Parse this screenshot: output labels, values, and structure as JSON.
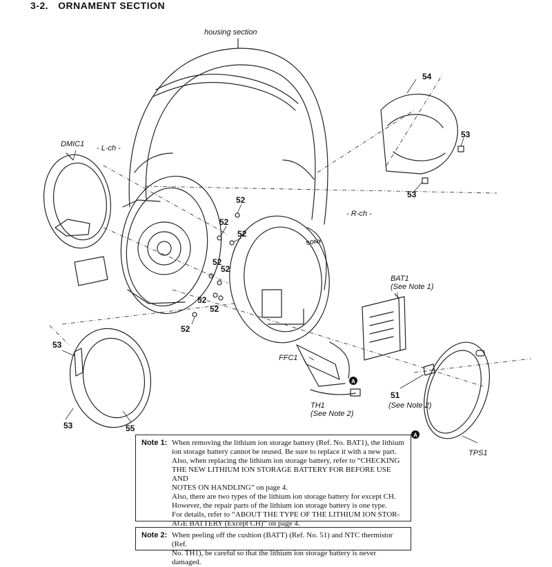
{
  "header": {
    "section_number": "3-2.",
    "section_title": "ORNAMENT SECTION"
  },
  "labels": {
    "housing_section": "housing section",
    "l_ch": "- L-ch -",
    "r_ch": "- R-ch -",
    "dmic1": "DMIC1",
    "bat1": "BAT1",
    "bat1_note": "(See Note 1)",
    "ffc1": "FFC1",
    "th1": "TH1",
    "th1_note": "(See Note 2)",
    "item51_note": "(See Note 2)",
    "tps1": "TPS1",
    "marker_a": "A",
    "brand": "SONY"
  },
  "callouts": {
    "c54": "54",
    "c53a": "53",
    "c53b": "53",
    "c53c": "53",
    "c53d": "53",
    "c52a": "52",
    "c52b": "52",
    "c52c": "52",
    "c52d": "52",
    "c52e": "52",
    "c52f": "52",
    "c52g": "52",
    "c52h": "52",
    "c51": "51",
    "c55": "55"
  },
  "notes": {
    "note1_label": "Note 1:",
    "note1_lines": [
      "When removing the lithium ion storage battery (Ref. No. BAT1), the lithium",
      "ion storage battery cannot be reused. Be sure to replace it with a new part.",
      "Also, when replacing the lithium ion storage battery, refer to “CHECKING",
      "THE NEW LITHIUM ION STORAGE BATTERY FOR BEFORE USE AND",
      "NOTES ON HANDLING” on page 4.",
      "Also, there are two types of the lithium ion storage battery for except CH.",
      "However, the repair parts of the lithium ion storage battery is one type.",
      "For details, refer to “ABOUT THE TYPE OF THE LITHIUM ION STOR-",
      "AGE BATTERY (Except CH)” on page 4."
    ],
    "note2_label": "Note 2:",
    "note2_lines": [
      "When peeling off the cushion (BATT) (Ref. No. 51) and NTC thermistor (Ref.",
      "No. TH1), be careful so that the lithium ion storage battery is never damaged."
    ]
  }
}
